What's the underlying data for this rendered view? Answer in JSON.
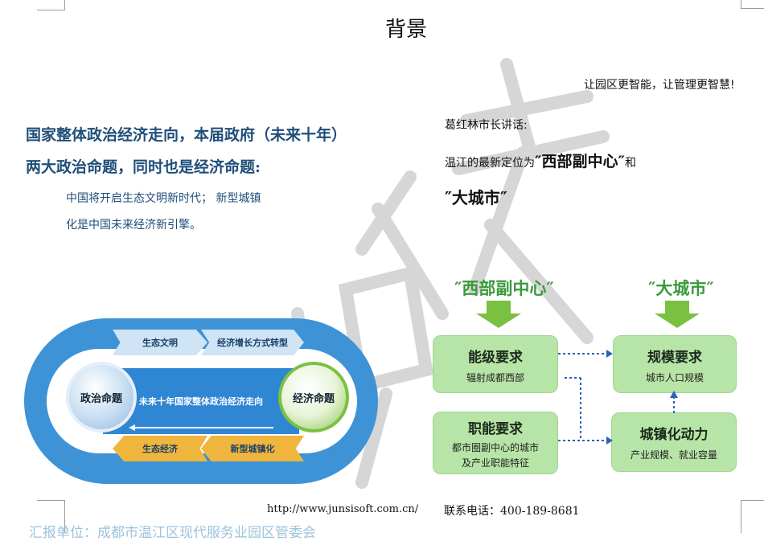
{
  "page": {
    "title": "背景",
    "slogan": "让园区更智能，让管理更智慧!",
    "left_heading_line1": "国家整体政治经济走向，本届政府（未来十年）",
    "left_heading_line2": "两大政治命题，同时也是经济命题:",
    "left_sub_line1": "中国将开启生态文明新时代；   新型城镇",
    "left_sub_line2": "化是中国未来经济新引擎。",
    "mayor_label": "葛红林市长讲话:",
    "position_prefix": "温江的最新定位为",
    "position_west": "″西部副中心″",
    "position_and": "和",
    "position_city": "″大城市″"
  },
  "left_diagram": {
    "band_top_1": "生态文明",
    "band_top_2": "经济增长方式转型",
    "band_bottom_1": "生态经济",
    "band_bottom_2": "新型城镇化",
    "center_text": "未来十年国家整体政治经济走向",
    "circle_left": "政治命题",
    "circle_right": "经济命题",
    "colors": {
      "blue": "#3d93d6",
      "light_band": "#cfe4f5",
      "gold_band": "#f0b53d",
      "green_circle": "#7ac142"
    }
  },
  "right_diagram": {
    "title_left": "″西部副中心″",
    "title_right": "″大城市″",
    "box_nengji_title": "能级要求",
    "box_nengji_sub": "辐射成都西部",
    "box_zhineng_title": "职能要求",
    "box_zhineng_sub1": "都市圈副中心的城市",
    "box_zhineng_sub2": "及产业职能特征",
    "box_guimo_title": "规模要求",
    "box_guimo_sub": "城市人口规模",
    "box_chengzhen_title": "城镇化动力",
    "box_chengzhen_sub": "产业规模、就业容量",
    "colors": {
      "green": "#3a9a3a",
      "box": "#b7e4a7",
      "arrow_blue": "#2a62b8"
    }
  },
  "footer": {
    "url": "http://www.junsisoft.com.cn/",
    "tel_label": "联系电话：",
    "tel_number": "400-189-8681",
    "org": "汇报单位：成都市温江区现代服务业园区管委会"
  }
}
